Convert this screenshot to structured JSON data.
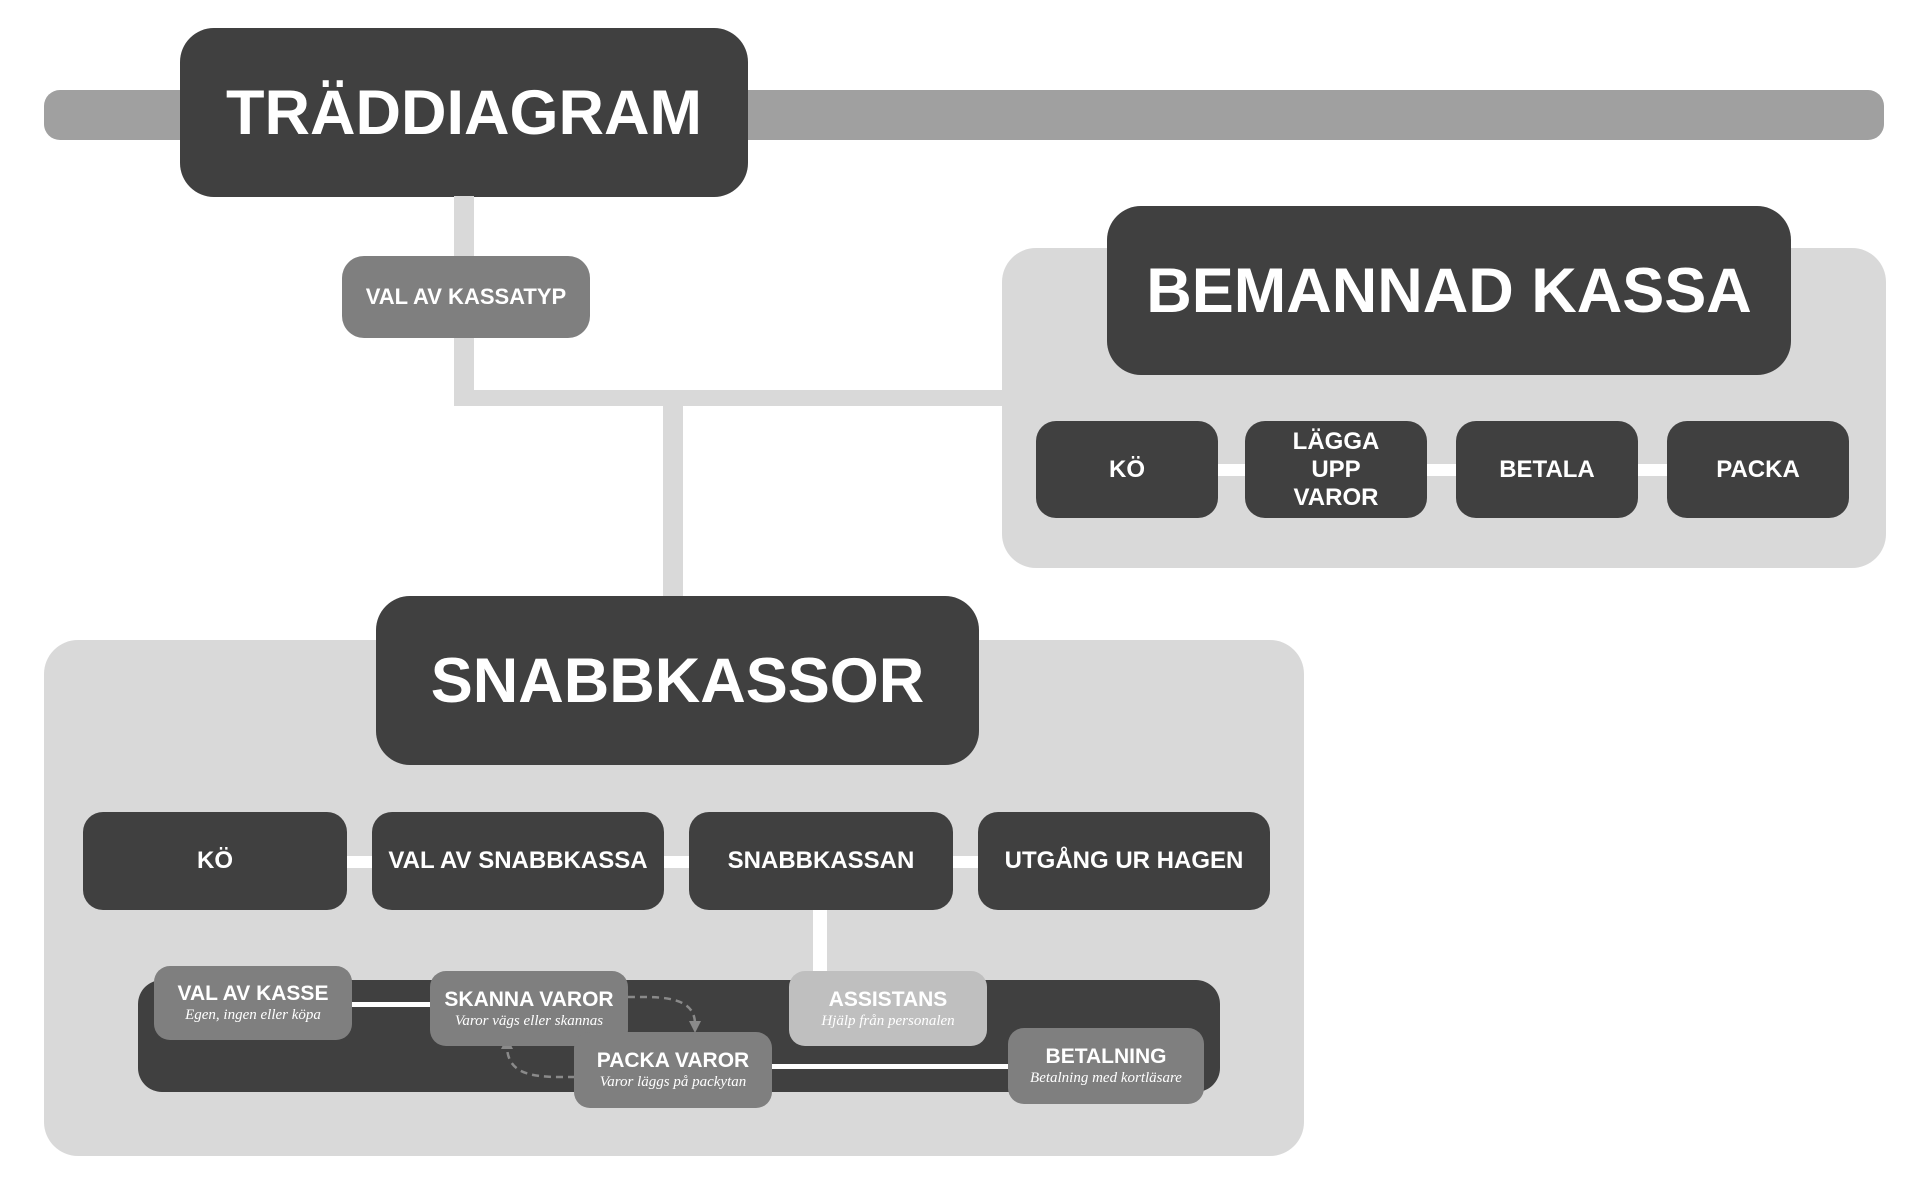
{
  "title": "TRÄDDIAGRAM",
  "choice_node": "VAL AV KASSATYP",
  "staffed": {
    "title": "BEMANNAD KASSA",
    "steps": [
      "KÖ",
      "LÄGGA UPP VAROR",
      "BETALA",
      "PACKA"
    ]
  },
  "self_checkout": {
    "title": "SNABBKASSOR",
    "steps": [
      "KÖ",
      "VAL AV SNABBKASSA",
      "SNABBKASSAN",
      "UTGÅNG UR HAGEN"
    ],
    "substeps": [
      {
        "title": "VAL AV KASSE",
        "desc": "Egen, ingen eller köpa"
      },
      {
        "title": "SKANNA VAROR",
        "desc": "Varor vägs eller skannas"
      },
      {
        "title": "PACKA VAROR",
        "desc": "Varor läggs på packytan"
      },
      {
        "title": "ASSISTANS",
        "desc": "Hjälp från personalen"
      },
      {
        "title": "BETALNING",
        "desc": "Betalning med kortläsare"
      }
    ]
  },
  "colors": {
    "dark": "#404040",
    "mid": "#7f7f7f",
    "light": "#bfbfbf",
    "panel": "#d9d9d9",
    "header_bar": "#a0a0a0"
  }
}
